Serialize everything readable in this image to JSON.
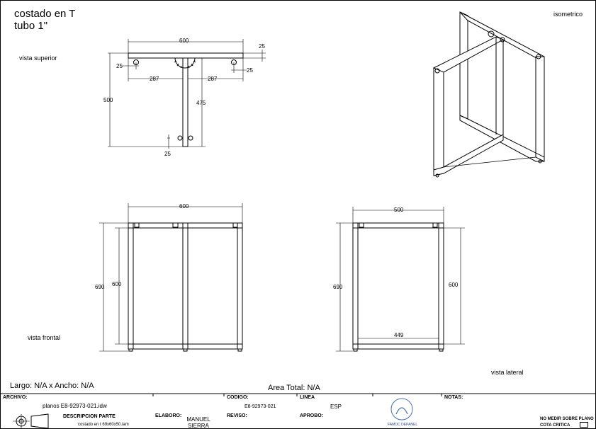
{
  "header": {
    "title_line1": "costado en T",
    "title_line2": "tubo 1\""
  },
  "views": {
    "top": "vista superior",
    "front": "vista frontal",
    "side": "vista lateral",
    "iso": "isometrico"
  },
  "dims": {
    "top_width": "600",
    "top_thick": "25",
    "top_left_offset": "25",
    "top_right_offset": "25",
    "top_left_half": "287",
    "top_right_half": "287",
    "top_depth": "500",
    "top_stem": "475",
    "top_bottom": "25",
    "front_width": "600",
    "front_outer_h": "690",
    "front_inner_h": "600",
    "side_width": "500",
    "side_outer_h": "690",
    "side_inner_h": "600",
    "side_inner_w": "449"
  },
  "summary": {
    "size": "Largo: N/A x Ancho: N/A",
    "area": "Area Total: N/A"
  },
  "titleblock": {
    "archivo_h": "ARCHIVO:",
    "archivo_v": "planos E8-92973-021.idw",
    "desc_h": "DESCRIPCION PARTE",
    "desc_v": "costado en t 69x60x50.iam",
    "codigo_h": "CODIGO:",
    "codigo_v": "E8-92973-021",
    "linea_h": "LINEA",
    "linea_v": "ESP",
    "elaboro_h": "ELABORO:",
    "elaboro_v": "MANUEL SIERRA",
    "reviso_h": "REVISO:",
    "aprobo_h": "APROBO:",
    "logo_text": "FAMOC DEPANEL",
    "notas_h": "NOTAS:",
    "note1": "NO MEDIR SOBRE PLANO",
    "note2": "COTA CRITICA"
  }
}
